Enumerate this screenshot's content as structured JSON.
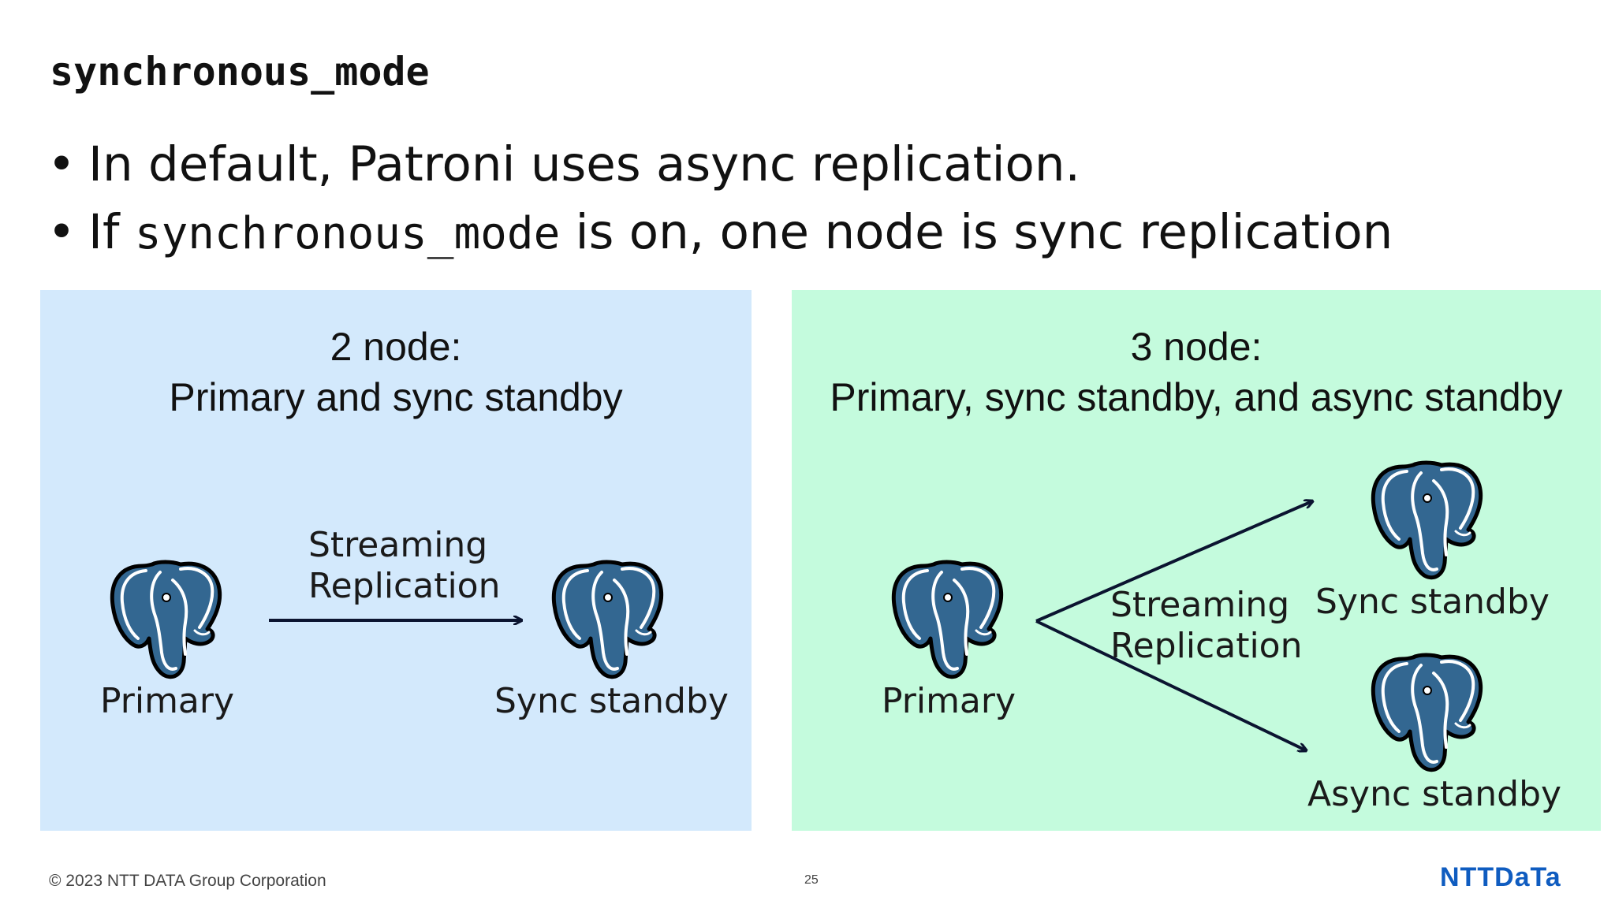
{
  "slide": {
    "title": "synchronous_mode",
    "bullets": [
      {
        "text": "In default, Patroni uses async replication."
      },
      {
        "pre": "If ",
        "code": "synchronous_mode",
        "post": " is on, one node is sync replication"
      }
    ],
    "bullet_glyph": "•"
  },
  "left_panel": {
    "title_line1": "2 node:",
    "title_line2": "Primary and sync standby",
    "edge_label_line1": "Streaming",
    "edge_label_line2": "Replication",
    "nodes": [
      {
        "label": "Primary",
        "icon": "postgresql-elephant-icon"
      },
      {
        "label": "Sync standby",
        "icon": "postgresql-elephant-icon"
      }
    ]
  },
  "right_panel": {
    "title_line1": "3 node:",
    "title_line2": "Primary, sync standby, and async standby",
    "edge_label_line1": "Streaming",
    "edge_label_line2": "Replication",
    "nodes": [
      {
        "label": "Primary",
        "icon": "postgresql-elephant-icon"
      },
      {
        "label": "Sync standby",
        "icon": "postgresql-elephant-icon"
      },
      {
        "label": "Async standby",
        "icon": "postgresql-elephant-icon"
      }
    ]
  },
  "footer": {
    "copyright": "© 2023 NTT DATA Group Corporation",
    "page_number": "25",
    "logo_text": "NTTDaTa"
  },
  "colors": {
    "left_panel_bg": "#d3e9fc",
    "right_panel_bg": "#c4fbdd",
    "elephant_blue": "#336791",
    "arrow": "#0b1430",
    "logo_blue": "#0f5cc0"
  }
}
